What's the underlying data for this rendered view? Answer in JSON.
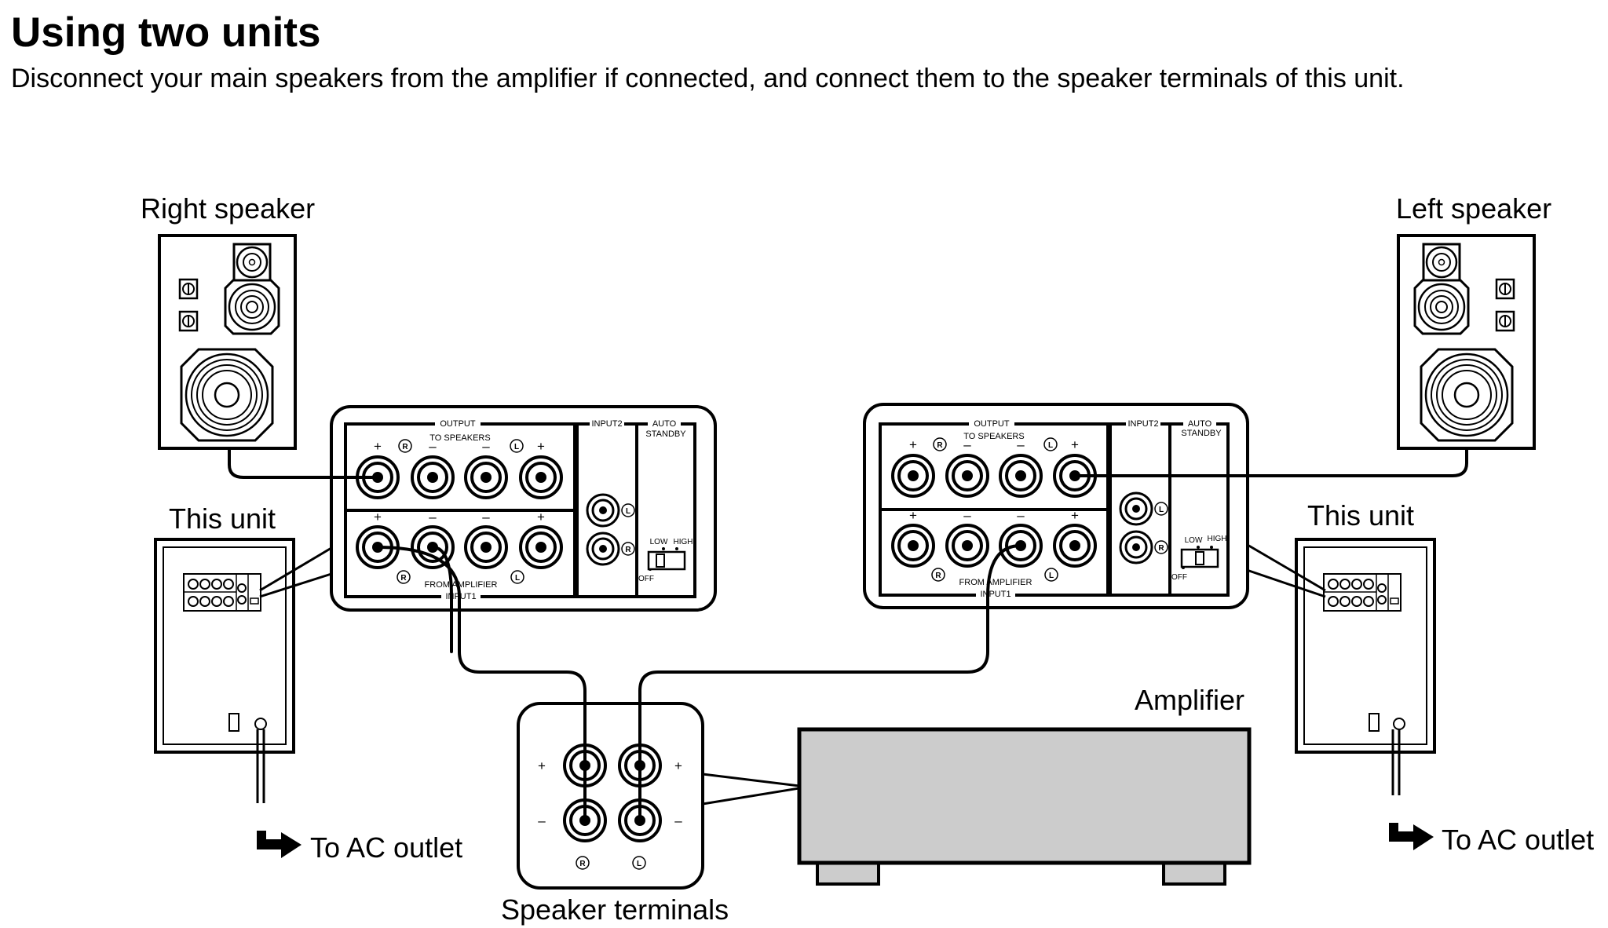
{
  "header": {
    "title": "Using two units",
    "subtitle": "Disconnect your main speakers from the amplifier if connected, and connect them to the speaker terminals of this unit."
  },
  "labels": {
    "right_speaker": "Right speaker",
    "left_speaker": "Left speaker",
    "this_unit": "This unit",
    "amplifier": "Amplifier",
    "speaker_terminals": "Speaker terminals",
    "ac_outlet": "To AC outlet"
  },
  "panel": {
    "output": "OUTPUT",
    "to_speakers": "TO SPEAKERS",
    "input2": "INPUT2",
    "auto": "AUTO",
    "standby": "STANDBY",
    "low": "LOW",
    "high": "HIGH",
    "off": "OFF",
    "from_amplifier": "FROM AMPLIFIER",
    "input1": "INPUT1",
    "plus": "+",
    "minus": "–",
    "r": "R",
    "l": "L"
  },
  "colors": {
    "line": "#000000",
    "amplifier_fill": "#cccccc",
    "background": "#ffffff"
  }
}
